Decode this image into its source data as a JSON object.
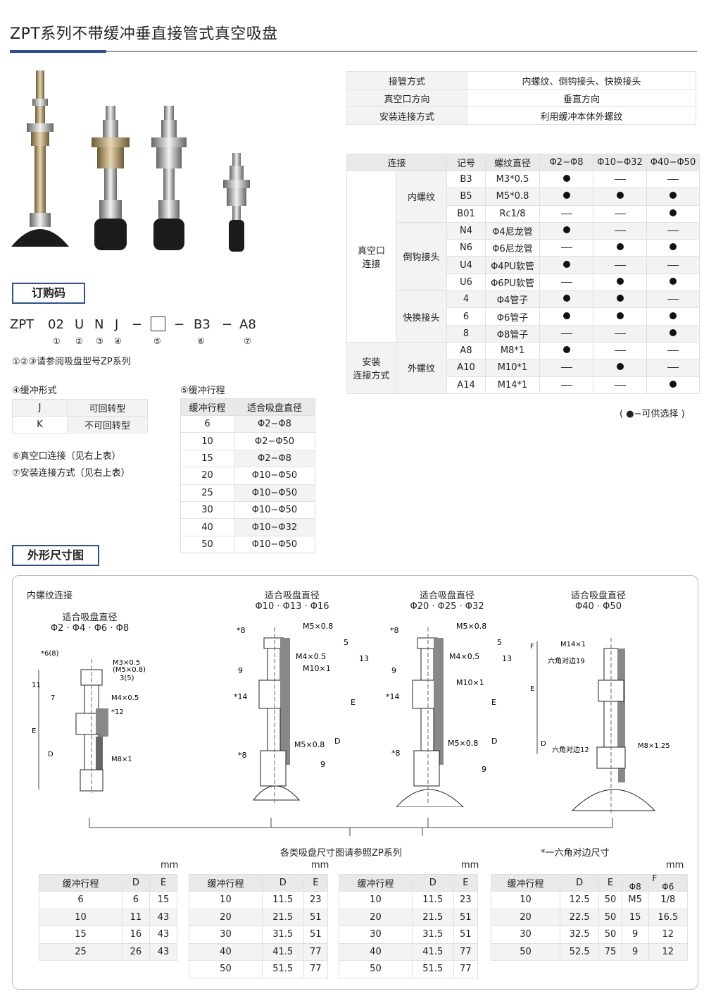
{
  "title": "ZPT系列不带缓冲垂直接管式真空吸盘",
  "spec": [
    [
      "接管方式",
      "内螺纹、倒钩接头、快换接头"
    ],
    [
      "真空口方向",
      "垂直方向"
    ],
    [
      "安装连接方式",
      "利用缓冲本体外螺纹"
    ]
  ],
  "conn": {
    "headers": [
      "连接",
      "记号",
      "螺纹直径",
      "Φ2−Φ8",
      "Φ10−Φ32",
      "Φ40−Φ50"
    ],
    "group1": "真空口\n连接",
    "group2": "安装\n连接方式",
    "sub": [
      "内螺纹",
      "倒钩接头",
      "快换接头",
      "外螺纹"
    ],
    "rows": [
      [
        "B3",
        "M3*0.5",
        "dot",
        "dash",
        "dash"
      ],
      [
        "B5",
        "M5*0.8",
        "dot",
        "dot",
        "dot"
      ],
      [
        "B01",
        "Rc1/8",
        "dash",
        "dash",
        "dot"
      ],
      [
        "N4",
        "Φ4尼龙管",
        "dot",
        "dash",
        "dash"
      ],
      [
        "N6",
        "Φ6尼龙管",
        "dash",
        "dot",
        "dot"
      ],
      [
        "U4",
        "Φ4PU软管",
        "dot",
        "dash",
        "dash"
      ],
      [
        "U6",
        "Φ6PU软管",
        "dash",
        "dot",
        "dot"
      ],
      [
        "4",
        "Φ4管子",
        "dot",
        "dot",
        "dash"
      ],
      [
        "6",
        "Φ6管子",
        "dot",
        "dot",
        "dot"
      ],
      [
        "8",
        "Φ8管子",
        "dash",
        "dash",
        "dot"
      ],
      [
        "A8",
        "M8*1",
        "dot",
        "dash",
        "dash"
      ],
      [
        "A10",
        "M10*1",
        "dash",
        "dot",
        "dash"
      ],
      [
        "A14",
        "M14*1",
        "dash",
        "dash",
        "dot"
      ]
    ],
    "note": "( ●−可供选择 )"
  },
  "order": {
    "tag": "订购码",
    "code": [
      "ZPT",
      "02",
      "U",
      "N",
      "J",
      "−",
      "−",
      "B3",
      "−",
      "A8"
    ],
    "nums": [
      "①",
      "②",
      "③",
      "④",
      "⑤",
      "⑥",
      "⑦"
    ],
    "note1": "①②③请参阅吸盘型号ZP系列",
    "f4": "④缓冲形式",
    "f4rows": [
      [
        "J",
        "可回转型"
      ],
      [
        "K",
        "不可回转型"
      ]
    ],
    "f5": "⑤缓冲行程",
    "f5head": [
      "缓冲行程",
      "适合吸盘直径"
    ],
    "f5rows": [
      [
        "6",
        "Φ2−Φ8"
      ],
      [
        "10",
        "Φ2−Φ50"
      ],
      [
        "15",
        "Φ2−Φ8"
      ],
      [
        "20",
        "Φ10−Φ50"
      ],
      [
        "25",
        "Φ10−Φ50"
      ],
      [
        "30",
        "Φ10−Φ50"
      ],
      [
        "40",
        "Φ10−Φ32"
      ],
      [
        "50",
        "Φ10−Φ50"
      ]
    ],
    "note6": "⑥真空口连接（见右上表）",
    "note7": "⑦安装连接方式（见右上表）"
  },
  "dims": {
    "tag": "外形尺寸图",
    "c1a": "内螺纹连接",
    "c1b": "适合吸盘直径",
    "c1c": "Φ2 · Φ4 · Φ6 · Φ8",
    "c2a": "适合吸盘直径",
    "c2b": "Φ10 · Φ13 · Φ16",
    "c3a": "适合吸盘直径",
    "c3b": "Φ20 · Φ25 · Φ32",
    "c4a": "适合吸盘直径",
    "c4b": "Φ40 · Φ50",
    "d1": [
      "*6(8)",
      "M3×0.5",
      "(M5×0.8)",
      "3(5)",
      "11",
      "7",
      "M4×0.5",
      "*12",
      "E",
      "D",
      "M8×1"
    ],
    "d2": [
      "*8",
      "M5×0.8",
      "5",
      "M4×0.5",
      "M10×1",
      "13",
      "9",
      "*14",
      "E",
      "M5×0.8",
      "D",
      "*8",
      "9"
    ],
    "d4": [
      "F",
      "M14×1",
      "六角对边19",
      "E",
      "D",
      "六角对边12",
      "M8×1.25"
    ],
    "bottom1": "各类吸盘尺寸图请参照ZP系列",
    "bottom2": "*一六角对边尺寸",
    "mm": "mm",
    "t1": {
      "head": [
        "缓冲行程",
        "D",
        "E"
      ],
      "rows": [
        [
          "6",
          "6",
          "15"
        ],
        [
          "10",
          "11",
          "43"
        ],
        [
          "15",
          "16",
          "43"
        ],
        [
          "25",
          "26",
          "43"
        ]
      ]
    },
    "t2": {
      "head": [
        "缓冲行程",
        "D",
        "E"
      ],
      "rows": [
        [
          "10",
          "11.5",
          "23"
        ],
        [
          "20",
          "21.5",
          "51"
        ],
        [
          "30",
          "31.5",
          "51"
        ],
        [
          "40",
          "41.5",
          "77"
        ],
        [
          "50",
          "51.5",
          "77"
        ]
      ]
    },
    "t3": {
      "head": [
        "缓冲行程",
        "D",
        "E"
      ],
      "rows": [
        [
          "10",
          "11.5",
          "23"
        ],
        [
          "20",
          "21.5",
          "51"
        ],
        [
          "30",
          "31.5",
          "51"
        ],
        [
          "40",
          "41.5",
          "77"
        ],
        [
          "50",
          "51.5",
          "77"
        ]
      ]
    },
    "t4": {
      "head": [
        "缓冲行程",
        "D",
        "E",
        "F",
        "Φ8",
        "Φ6"
      ],
      "rows": [
        [
          "10",
          "12.5",
          "50",
          "M5",
          "1/8"
        ],
        [
          "20",
          "22.5",
          "50",
          "15",
          "16.5"
        ],
        [
          "30",
          "32.5",
          "50",
          "9",
          "12"
        ],
        [
          "50",
          "52.5",
          "75",
          "9",
          "12"
        ]
      ]
    }
  }
}
